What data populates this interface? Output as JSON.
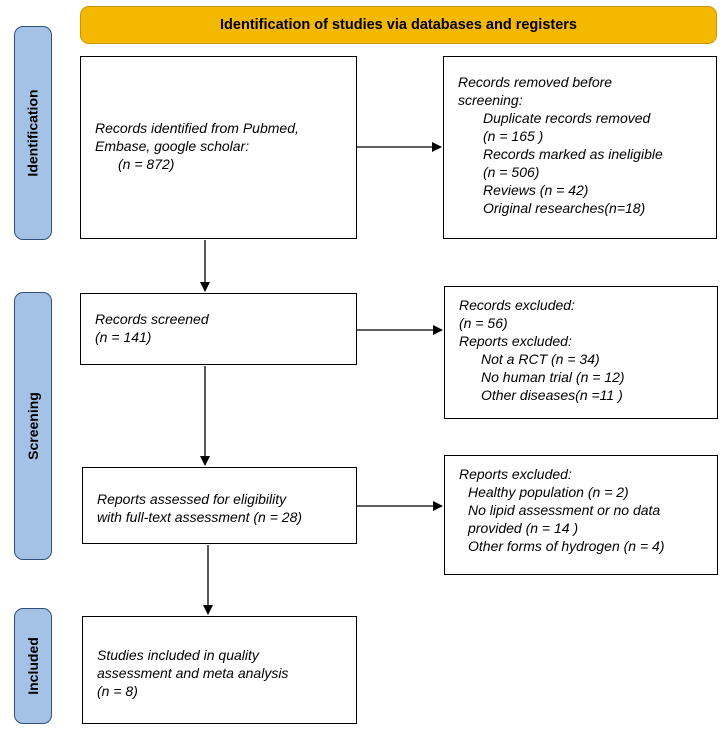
{
  "header": {
    "title": "Identification of studies via databases and registers"
  },
  "phases": {
    "identification": "Identification",
    "screening": "Screening",
    "included": "Included"
  },
  "records_identified": {
    "line1": "Records identified from Pubmed,",
    "line2": "Embase, google scholar:",
    "line3": "(n = 872)"
  },
  "records_removed": {
    "line1": "Records removed before",
    "line2": "screening:",
    "line3": "Duplicate records removed",
    "line4": "(n = 165 )",
    "line5": "Records marked as ineligible",
    "line6": "(n = 506)",
    "line7": "Reviews (n = 42)",
    "line8": "Original researches(n=18)"
  },
  "records_screened": {
    "line1": "Records screened",
    "line2": "(n = 141)"
  },
  "records_excluded": {
    "line1": "Records excluded:",
    "line2": "(n = 56)",
    "line3": "Reports excluded:",
    "line4": "Not a RCT (n = 34)",
    "line5": "No human trial (n = 12)",
    "line6": "Other diseases(n =11 )"
  },
  "reports_assessed": {
    "line1": "Reports assessed for eligibility",
    "line2": "with full-text assessment (n = 28)"
  },
  "reports_excluded": {
    "line1": "Reports excluded:",
    "line2": "Healthy population (n = 2)",
    "line3": "No lipid assessment or no data",
    "line4": "provided (n = 14 )",
    "line5": "Other forms of hydrogen (n = 4)"
  },
  "studies_included": {
    "line1": "Studies included in quality",
    "line2": "assessment and meta analysis",
    "line3": "(n = 8)"
  }
}
